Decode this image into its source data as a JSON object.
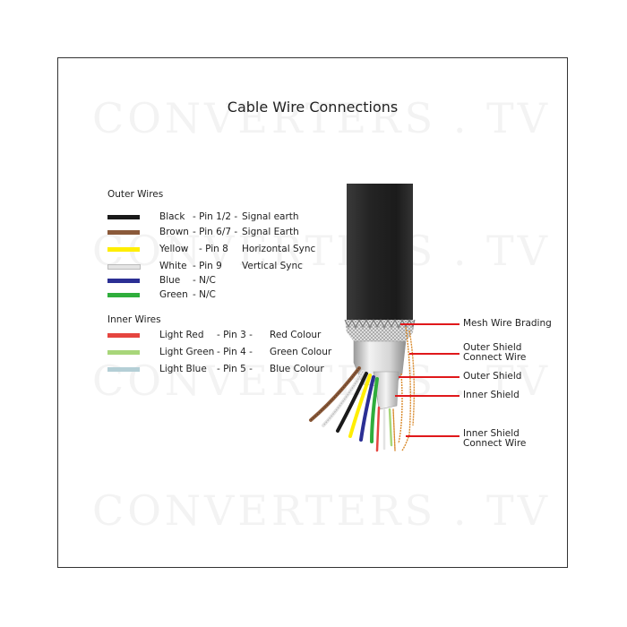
{
  "title": "Cable Wire Connections",
  "watermark": "CONVERTERS . TV",
  "outer_wires": {
    "heading": "Outer  Wires",
    "items": [
      {
        "color_name": "Black",
        "pin": "- Pin 1/2 -",
        "signal": "Signal earth",
        "hex": "#1a1a1a"
      },
      {
        "color_name": "Brown",
        "pin": "- Pin 6/7 -",
        "signal": "Signal Earth",
        "hex": "#8b5a3a"
      },
      {
        "color_name": "Yellow",
        "pin": "- Pin 8",
        "signal": "Horizontal Sync",
        "hex": "#ffee00"
      },
      {
        "color_name": "White",
        "pin": "- Pin 9",
        "signal": "Vertical Sync",
        "hex": "#e4e4e4"
      },
      {
        "color_name": "Blue",
        "pin": "- N/C",
        "signal": "",
        "hex": "#2b2f94"
      },
      {
        "color_name": "Green",
        "pin": "- N/C",
        "signal": "",
        "hex": "#2fae3c"
      }
    ]
  },
  "inner_wires": {
    "heading": "Inner  Wires",
    "items": [
      {
        "color_name": "Light Red",
        "pin": "- Pin 3 -",
        "signal": "Red Colour",
        "hex": "#e5453f"
      },
      {
        "color_name": "Light Green",
        "pin": "- Pin 4 -",
        "signal": "Green Colour",
        "hex": "#a8d67a"
      },
      {
        "color_name": "Light Blue",
        "pin": "- Pin 5 -",
        "signal": "Blue Colour",
        "hex": "#b4cfd6"
      }
    ]
  },
  "callouts": [
    {
      "lines": [
        "Mesh Wire Brading"
      ]
    },
    {
      "lines": [
        "Outer Shield",
        "Connect Wire"
      ]
    },
    {
      "lines": [
        "Outer Shield"
      ]
    },
    {
      "lines": [
        "Inner  Shield"
      ]
    },
    {
      "lines": [
        "Inner Shield",
        "Connect Wire"
      ]
    }
  ],
  "colors": {
    "callout_line": "#e0181b",
    "jacket": "#2b2b2b"
  }
}
